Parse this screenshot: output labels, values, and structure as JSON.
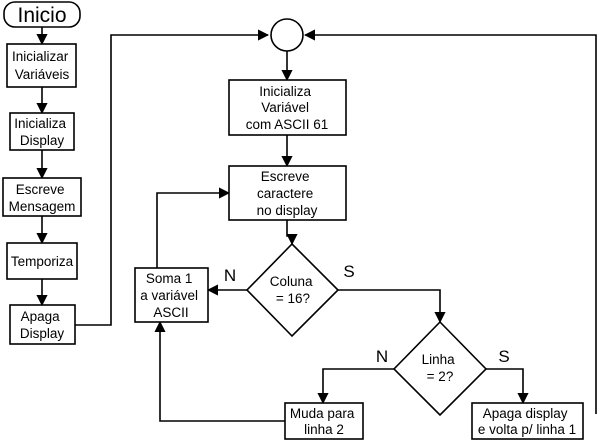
{
  "nodes": {
    "inicio": {
      "lines": [
        "Inicio"
      ]
    },
    "inicializar_variaveis": {
      "lines": [
        "Inicializar",
        "Variáveis"
      ]
    },
    "inicializa_display": {
      "lines": [
        "Inicializa",
        "Display"
      ]
    },
    "escreve_mensagem": {
      "lines": [
        "Escreve",
        "Mensagem"
      ]
    },
    "temporiza": {
      "lines": [
        "Temporiza"
      ]
    },
    "apaga_display": {
      "lines": [
        "Apaga",
        "Display"
      ]
    },
    "inicializa_variavel_ascii": {
      "lines": [
        "Inicializa",
        "Variável",
        "com ASCII 61"
      ]
    },
    "escreve_caractere": {
      "lines": [
        "Escreve",
        "caractere",
        "no display"
      ]
    },
    "coluna_16": {
      "lines": [
        "Coluna",
        "= 16?"
      ]
    },
    "soma_1": {
      "lines": [
        "Soma 1",
        "a variável",
        "ASCII"
      ]
    },
    "linha_2": {
      "lines": [
        "Linha",
        "= 2?"
      ]
    },
    "muda_linha_2": {
      "lines": [
        "Muda para",
        "linha 2"
      ]
    },
    "apaga_display_volta": {
      "lines": [
        "Apaga display",
        "e volta p/ linha 1"
      ]
    }
  },
  "edge_labels": {
    "coluna_no": "N",
    "coluna_yes": "S",
    "linha_no": "N",
    "linha_yes": "S"
  }
}
